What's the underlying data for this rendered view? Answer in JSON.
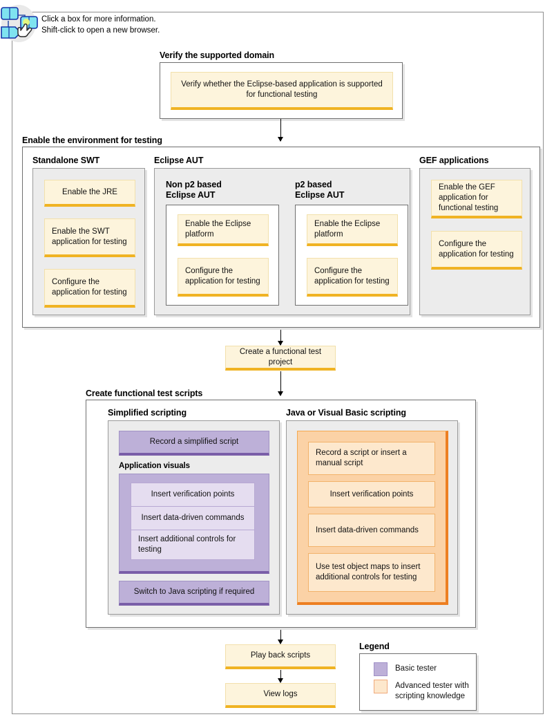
{
  "hint": {
    "line1": "Click a box for more information.",
    "line2": "Shift-click to open a new browser.",
    "icon": "flowchart-click-icon"
  },
  "sections": {
    "verify": {
      "title": "Verify the supported domain",
      "node": "Verify whether the Eclipse-based application is supported for functional testing"
    },
    "enable_env": {
      "title": "Enable the environment for testing",
      "standalone_swt": {
        "title": "Standalone SWT",
        "nodes": [
          "Enable the JRE",
          "Enable the SWT application for testing",
          "Configure the application for testing"
        ]
      },
      "eclipse_aut": {
        "title": "Eclipse AUT",
        "non_p2": {
          "title_line1": "Non p2 based",
          "title_line2": "Eclipse AUT",
          "nodes": [
            "Enable the Eclipse platform",
            "Configure the application for testing"
          ]
        },
        "p2": {
          "title_line1": "p2 based",
          "title_line2": "Eclipse AUT",
          "nodes": [
            "Enable the Eclipse platform",
            "Configure the application for testing"
          ]
        }
      },
      "gef": {
        "title": "GEF applications",
        "nodes": [
          "Enable the GEF application for functional testing",
          "Configure the application for testing"
        ]
      }
    },
    "create_project": {
      "node": "Create a functional test project"
    },
    "create_scripts": {
      "title": "Create functional test scripts",
      "simplified": {
        "title": "Simplified scripting",
        "record": "Record a simplified script",
        "app_visuals_title": "Application visuals",
        "app_visuals_nodes": [
          "Insert verification points",
          "Insert data-driven commands",
          "Insert additional controls for testing"
        ],
        "switch": "Switch to Java scripting if required"
      },
      "java_vb": {
        "title": "Java or Visual Basic scripting",
        "nodes": [
          "Record a script or insert a manual script",
          "Insert verification points",
          "Insert data-driven commands",
          "Use test object maps to insert additional controls for testing"
        ]
      }
    },
    "playback": {
      "node": "Play back scripts"
    },
    "viewlogs": {
      "node": "View logs"
    }
  },
  "legend": {
    "title": "Legend",
    "items": [
      {
        "label": "Basic tester",
        "color": "#bdb0d8",
        "swatch": "swatch-purple"
      },
      {
        "label": "Advanced tester with scripting knowledge",
        "color": "#fde8cd",
        "swatch": "swatch-orange"
      }
    ]
  },
  "colors": {
    "yellow_fill": "#fdf4dc",
    "yellow_accent": "#f0b323",
    "purple_fill": "#bdb0d8",
    "purple_accent": "#7a5ea8",
    "purple_light": "#e5ddf0",
    "orange_fill": "#fbd2a6",
    "orange_accent": "#ed7f22",
    "orange_light": "#fde8cd",
    "panel_grey": "#ececec",
    "border_grey": "#6f6f6f"
  }
}
